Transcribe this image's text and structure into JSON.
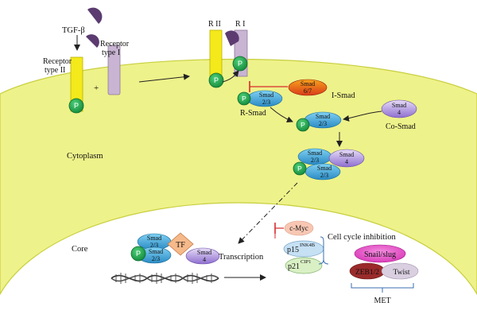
{
  "labels": {
    "tgfb": "TGF-β",
    "receptor_type_i": [
      "Receptor",
      "type I"
    ],
    "receptor_type_ii": [
      "Receptor",
      "type II"
    ],
    "plus": "+",
    "r_ii": "R II",
    "r_i": "R I",
    "smad67": [
      "Smad",
      "6/7"
    ],
    "i_smad": "I-Smad",
    "smad23": [
      "Smad",
      "2/3"
    ],
    "r_smad": "R-Smad",
    "smad4": [
      "Smad",
      "4"
    ],
    "co_smad": "Co-Smad",
    "cytoplasm": "Cytoplasm",
    "core": "Core",
    "tf": "TF",
    "transcription": "Transcription",
    "c_myc": "c-Myc",
    "cell_cycle_inhibition": "Cell cycle inhibition",
    "p15": "p15",
    "p15_sup": "INK4B",
    "p21": "p21",
    "p21_sup": "CIP1",
    "snail_slug": "Snail/slug",
    "zeb": "ZEB1/2",
    "twist": "Twist",
    "met": "MET",
    "p": "P"
  },
  "colors": {
    "cytoplasm": "#eef28a",
    "membrane_edge": "#c8cf3e",
    "receptor_ii": "#f4e91a",
    "receptor_i": "#c9b4d3",
    "ligand": "#5b3b70",
    "phospho": "#1f9c4a",
    "smad23": "#3fa2d6",
    "smad4": "#a98ad9",
    "smad67": "#e0561f",
    "tf": "#f6b98a",
    "cmyc": "#f8c7b3",
    "p15": "#c6e0f4",
    "p21": "#d9f0c4",
    "snail": "#ea55c8",
    "zeb": "#9b2b2b",
    "twist": "#d9cfe0",
    "inhibit": "#d92b2b"
  }
}
